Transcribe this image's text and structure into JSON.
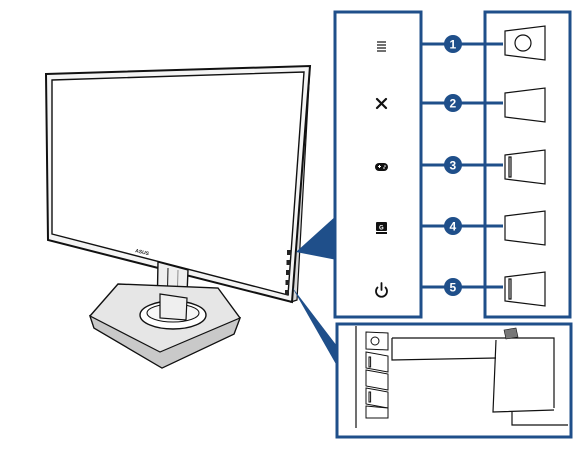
{
  "monitor": {
    "brand": "ASUS"
  },
  "callouts": [
    {
      "number": "1",
      "icon": "menu-icon"
    },
    {
      "number": "2",
      "icon": "close-icon"
    },
    {
      "number": "3",
      "icon": "gamepad-icon"
    },
    {
      "number": "4",
      "icon": "gameplus-icon",
      "glyph": "G"
    },
    {
      "number": "5",
      "icon": "power-icon"
    }
  ],
  "colors": {
    "accent": "#1f4f8a",
    "outline": "#111111",
    "panel_fill": "#ffffff"
  }
}
